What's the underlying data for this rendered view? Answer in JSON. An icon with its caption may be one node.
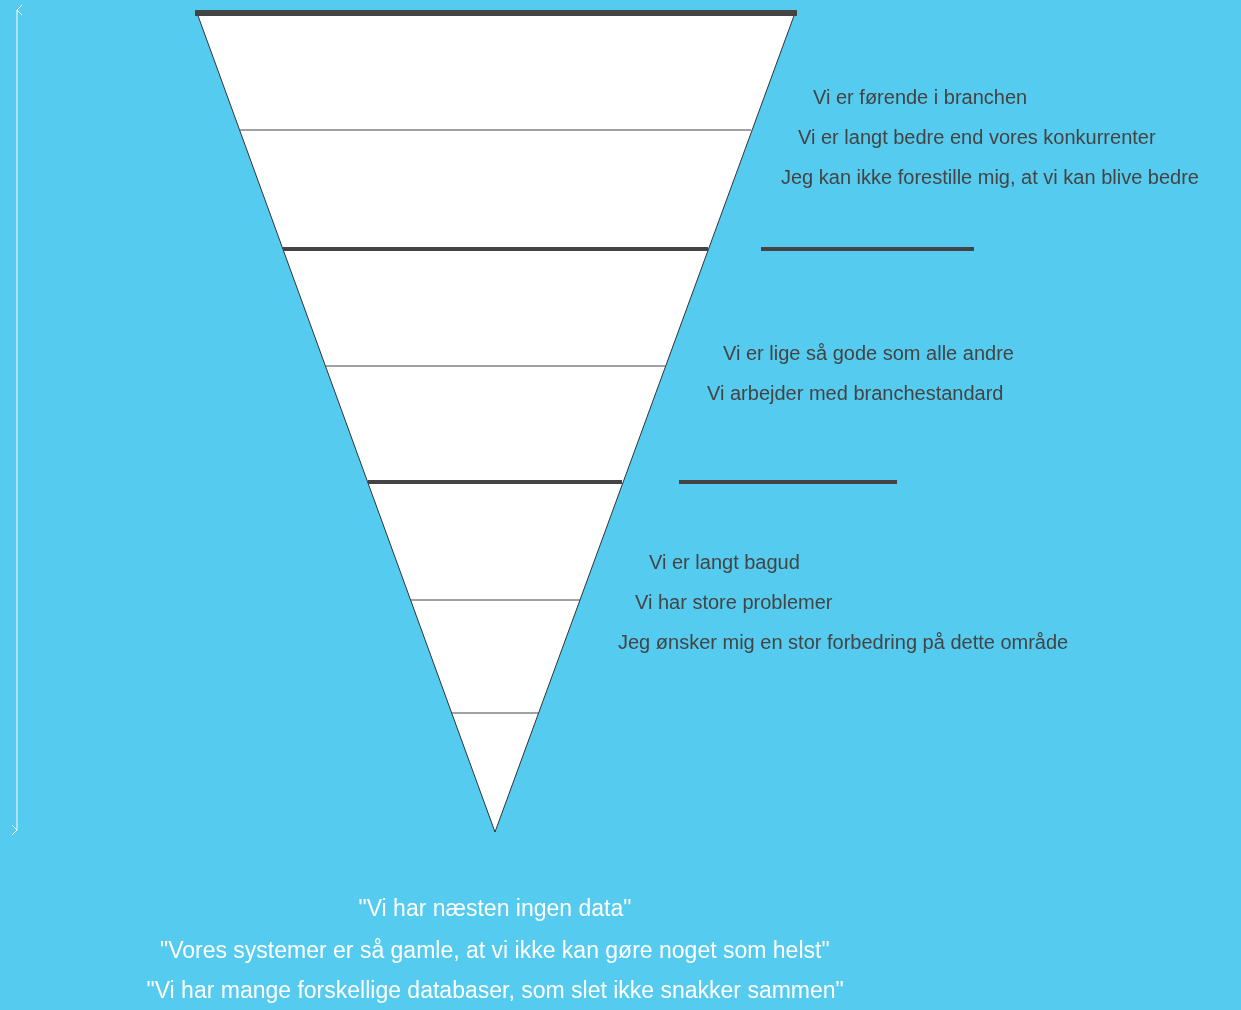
{
  "diagram": {
    "labels": [
      "Vi er førende i branchen",
      "Vi er langt bedre end vores konkurrenter",
      "Jeg kan ikke forestille mig, at vi kan blive bedre",
      "Vi er lige så gode som alle andre",
      "Vi arbejder med branchestandard",
      "Vi er langt bagud",
      "Vi har store problemer",
      "Jeg ønsker mig en stor forbedring på dette område",
      "\"Vi har næsten ingen data\"",
      "\"Vores systemer er så gamle, at vi ikke kan gøre noget som helst\"",
      "\"Vi har mange forskellige databaser, som slet ikke snakker sammen\""
    ]
  }
}
